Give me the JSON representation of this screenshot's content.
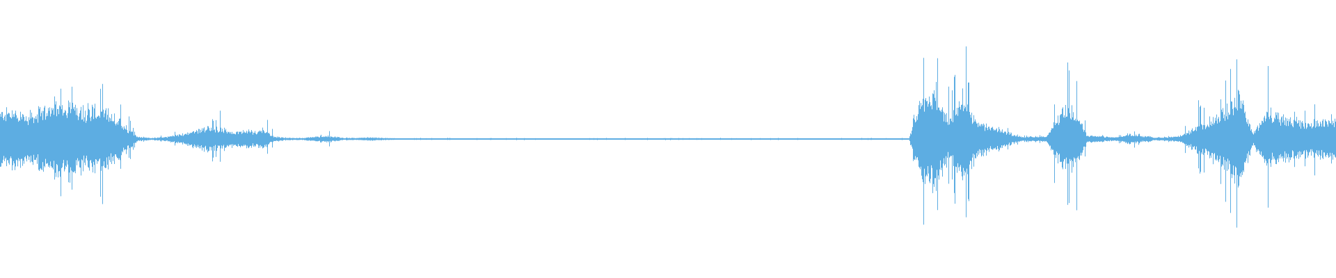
{
  "waveform": {
    "color": "#5dade2",
    "background": "#ffffff",
    "envelope": [
      0.5,
      0.55,
      0.45,
      0.55,
      0.68,
      0.7,
      0.6,
      0.58,
      0.5,
      0.28,
      0.04,
      0.02,
      0.04,
      0.08,
      0.15,
      0.24,
      0.2,
      0.14,
      0.16,
      0.12,
      0.04,
      0.02,
      0.02,
      0.05,
      0.06,
      0.02,
      0.02,
      0.03,
      0.02,
      0.01,
      0.01,
      0.01,
      0.01,
      0.01,
      0.01,
      0.01,
      0.01,
      0.01,
      0.01,
      0.01,
      0.01,
      0.01,
      0.01,
      0.01,
      0.01,
      0.01,
      0.01,
      0.01,
      0.01,
      0.01,
      0.01,
      0.01,
      0.01,
      0.01,
      0.01,
      0.01,
      0.01,
      0.01,
      0.01,
      0.01,
      0.01,
      0.01,
      0.01,
      0.01,
      0.01,
      0.01,
      0.01,
      0.8,
      0.92,
      0.35,
      0.85,
      0.3,
      0.24,
      0.15,
      0.05,
      0.04,
      0.06,
      0.45,
      0.55,
      0.06,
      0.05,
      0.03,
      0.1,
      0.05,
      0.03,
      0.04,
      0.08,
      0.2,
      0.4,
      0.55,
      0.9,
      0.1,
      0.5,
      0.45,
      0.35,
      0.3,
      0.35,
      0.4
    ],
    "peaks": [
      0.3,
      0.42,
      0.15,
      0.3,
      0.5,
      0.55,
      0.4,
      0.62,
      0.58,
      0.33,
      0.04,
      0.01,
      0.04,
      0.09,
      0.13,
      0.21,
      0.25,
      0.1,
      0.1,
      0.28,
      0.03,
      0.01,
      0.01,
      0.04,
      0.08,
      0.02,
      0.01,
      0.02,
      0.01,
      0.01,
      0.01,
      0.01,
      0.01,
      0.01,
      0.01,
      0.01,
      0.01,
      0.01,
      0.01,
      0.01,
      0.01,
      0.01,
      0.01,
      0.01,
      0.01,
      0.01,
      0.01,
      0.01,
      0.01,
      0.01,
      0.01,
      0.01,
      0.01,
      0.01,
      0.01,
      0.01,
      0.01,
      0.01,
      0.01,
      0.01,
      0.01,
      0.01,
      0.01,
      0.01,
      0.01,
      0.01,
      0.01,
      0.75,
      0.85,
      0.55,
      0.95,
      0.2,
      0.3,
      0.12,
      0.04,
      0.03,
      0.05,
      0.65,
      0.85,
      0.04,
      0.04,
      0.02,
      0.12,
      0.04,
      0.02,
      0.03,
      0.12,
      0.35,
      0.45,
      0.7,
      0.98,
      0.15,
      0.7,
      0.4,
      0.32,
      0.38,
      0.42,
      0.55
    ]
  }
}
